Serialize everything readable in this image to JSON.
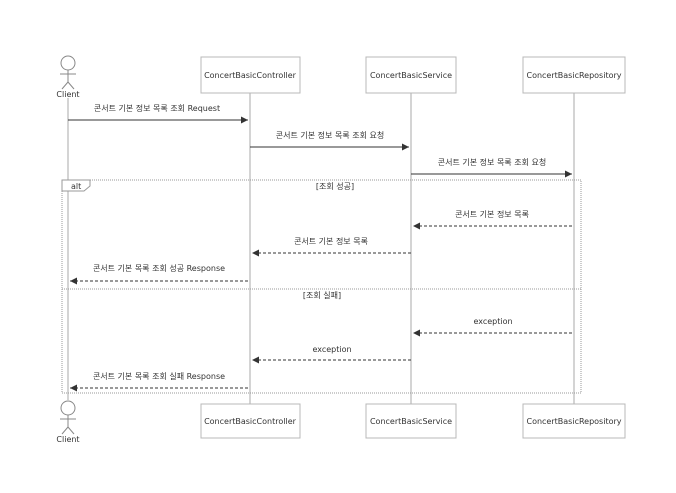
{
  "participants": {
    "client": "Client",
    "controller": "ConcertBasicController",
    "service": "ConcertBasicService",
    "repository": "ConcertBasicRepository"
  },
  "messages": [
    {
      "label": "콘서트 기본 정보 목록 조회 Request",
      "style": "solid"
    },
    {
      "label": "콘서트 기본 정보 목록 조회 요청",
      "style": "solid"
    },
    {
      "label": "콘서트 기본 정보 목록 조회 요청",
      "style": "solid"
    },
    {
      "label": "콘서트 기본 정보 목록",
      "style": "dashed"
    },
    {
      "label": "콘서트 기본 정보 목록",
      "style": "dashed"
    },
    {
      "label": "콘서트 기본 목록 조회 성공 Response",
      "style": "dashed"
    },
    {
      "label": "exception",
      "style": "dashed"
    },
    {
      "label": "exception",
      "style": "dashed"
    },
    {
      "label": "콘서트 기본 목록 조회 실패 Response",
      "style": "dashed"
    }
  ],
  "fragment": {
    "operator": "alt",
    "guard_success": "[조회 성공]",
    "guard_failure": "[조회 실패]"
  },
  "colors": {
    "line": "#6e6e6e",
    "box_border": "#b8b8b8",
    "text": "#333333"
  }
}
